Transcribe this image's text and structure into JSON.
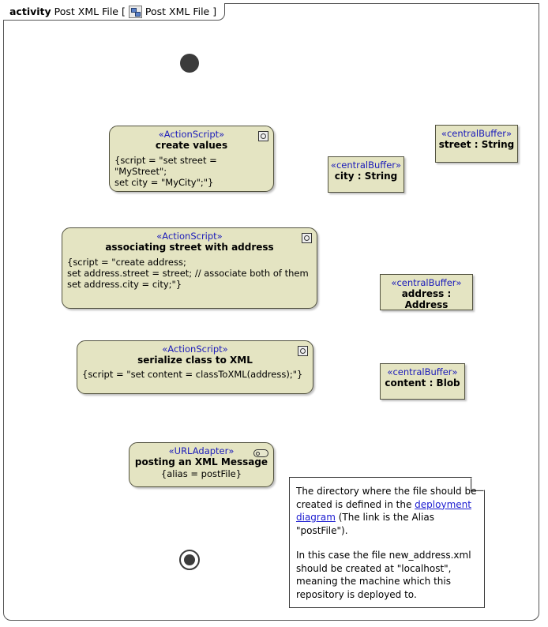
{
  "frame": {
    "keyword": "activity",
    "title": "Post XML File",
    "bracket_open": "[",
    "icon": "activity-diagram-icon",
    "diagram_name": "Post XML File",
    "bracket_close": "]"
  },
  "nodes": {
    "initial": {
      "name": "initial-node"
    },
    "final": {
      "name": "activity-final-node"
    },
    "create_values": {
      "stereotype": "«ActionScript»",
      "name": "create values",
      "body_line1": "{script = \"set street = \"MyStreet\";",
      "body_line2": "set city = \"MyCity\";\"}",
      "icon": "gear-icon"
    },
    "associating": {
      "stereotype": "«ActionScript»",
      "name": "associating street with address",
      "body_line1": "{script = \"create address;",
      "body_line2": "set address.street = street; // associate both of them",
      "body_line3": "set address.city = city;\"}",
      "icon": "gear-icon"
    },
    "serialize": {
      "stereotype": "«ActionScript»",
      "name": "serialize class to XML",
      "body_line1": "{script = \"set content = classToXML(address);\"}",
      "icon": "gear-icon"
    },
    "posting": {
      "stereotype": "«URLAdapter»",
      "name": "posting an XML Message",
      "body_line1": "{alias = postFile}",
      "icon": "pin-icon"
    },
    "buffer_street": {
      "stereotype": "«centralBuffer»",
      "name": "street : String"
    },
    "buffer_city": {
      "stereotype": "«centralBuffer»",
      "name": "city : String"
    },
    "buffer_address": {
      "stereotype": "«centralBuffer»",
      "name": "address : Address"
    },
    "buffer_content": {
      "stereotype": "«centralBuffer»",
      "name": "content : Blob"
    }
  },
  "note": {
    "para1_a": "The directory where the file should be created is defined in the ",
    "link": "deployment diagram",
    "para1_b": " (The link is the Alias \"postFile\").",
    "para2": "In this case the file new_address.xml should be created at \"localhost\", meaning the machine which this repository is deployed to."
  },
  "colors": {
    "node_fill": "#e4e4c2",
    "node_border": "#52523f",
    "stereotype_text": "#1a1aba",
    "link_text": "#1a1ad0",
    "edge": "#55554a",
    "frame_border": "#555555",
    "control_node": "#3b3b3b"
  }
}
